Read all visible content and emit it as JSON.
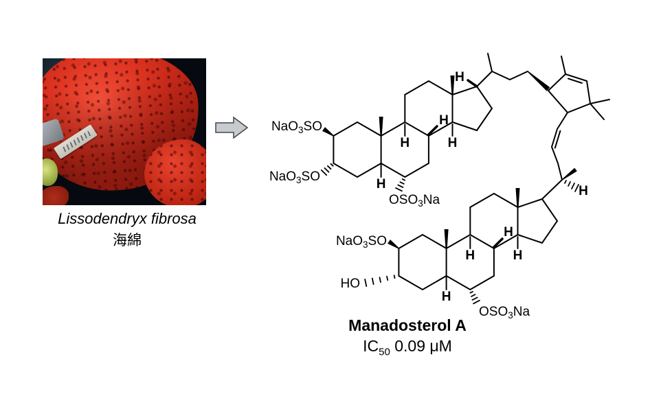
{
  "photo": {
    "caption_species": "Lissodendryx fibrosa",
    "caption_organism": "海綿"
  },
  "structure": {
    "h": "H",
    "ho": "HO",
    "nao3so": {
      "pre": "NaO",
      "sub": "3",
      "post": "SO"
    },
    "oso3na": {
      "pre": "OSO",
      "sub": "3",
      "post": "Na"
    }
  },
  "compound": {
    "name": "Manadosterol A",
    "ic50_prefix": "IC",
    "ic50_sub": "50",
    "ic50_value": " 0.09 μM"
  }
}
